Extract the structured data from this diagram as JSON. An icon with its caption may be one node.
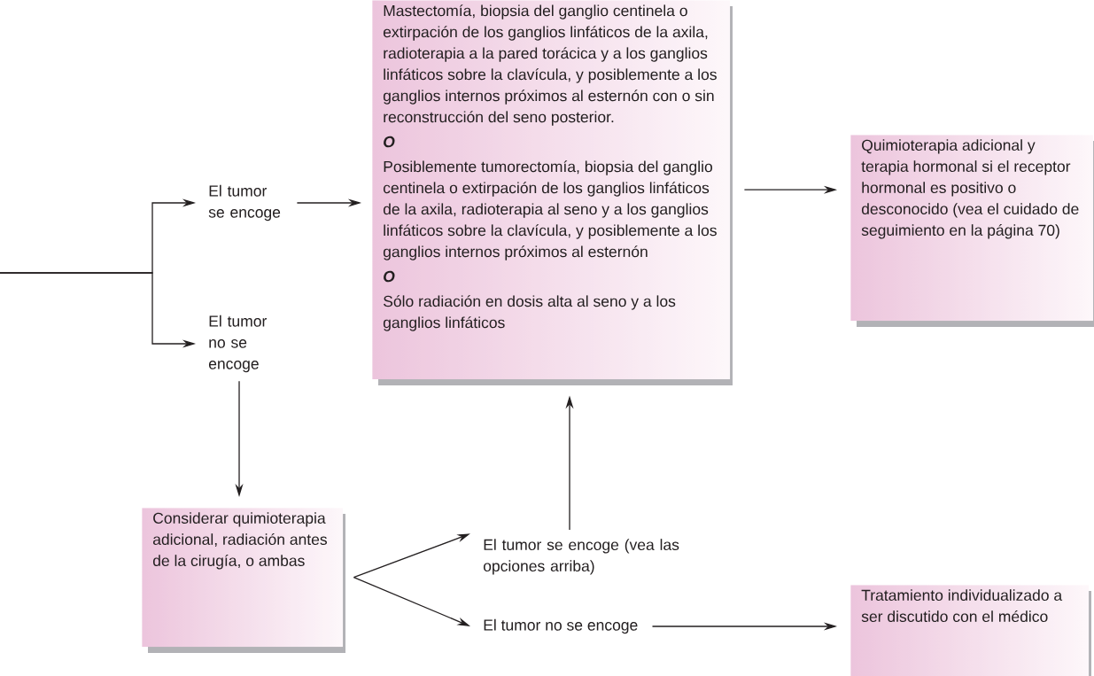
{
  "diagram": {
    "nodes": [
      {
        "text": [
          "El tumor se encoge"
        ]
      },
      {
        "text": [
          "El tumor no se encoge"
        ]
      },
      {
        "text": [
          "Mastectomía, biopsia del ganglio centinela o extirpación de los ganglios linfáticos de la axila, radioterapia a la pared torácica y a los ganglios linfáticos sobre la clavícula, y posiblemente a los ganglios internos próximos al esternón con o sin reconstrucción del seno posterior.",
          "O",
          "Posiblemente tumorectomía, biopsia del ganglio centinela o extirpación de los ganglios linfáticos de la axila, radioterapia al seno y a los ganglios linfáticos sobre la clavícula, y posiblemente a los ganglios internos próximos al esternón",
          "O",
          "Sólo radiación en dosis alta al seno y a los ganglios linfáticos"
        ]
      },
      {
        "text": [
          "Quimioterapia adicional y terapia hormonal si el receptor hormonal es positivo o desconocido (vea el cuidado de seguimiento en la página 70)"
        ]
      },
      {
        "text": [
          "Considerar quimioterapia adicional, radiación antes de la cirugía, o ambas"
        ]
      },
      {
        "text": [
          "El tumor se encoge (vea las opciones arriba)"
        ]
      },
      {
        "text": [
          "El tumor no se encoge"
        ]
      },
      {
        "text": [
          "Tratamiento individualizado a ser discutido con el médico"
        ]
      }
    ],
    "edges": [
      {
        "from": null,
        "to": 0,
        "arrow": "to"
      },
      {
        "from": null,
        "to": 1,
        "arrow": "to"
      },
      {
        "from": 0,
        "to": 2,
        "arrow": "to"
      },
      {
        "from": 2,
        "to": 3,
        "arrow": "to"
      },
      {
        "from": 1,
        "to": 4,
        "arrow": "to"
      },
      {
        "from": 4,
        "to": 5,
        "arrow": "to"
      },
      {
        "from": 4,
        "to": 6,
        "arrow": "to"
      },
      {
        "from": 5,
        "to": 2,
        "arrow": "to"
      },
      {
        "from": 6,
        "to": 7,
        "arrow": "to"
      }
    ]
  }
}
